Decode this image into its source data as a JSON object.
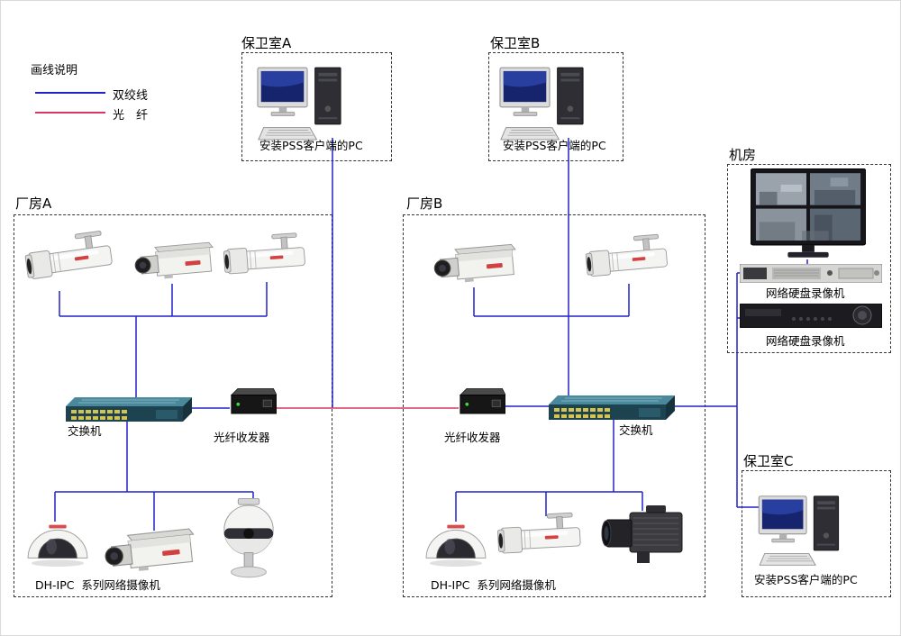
{
  "legend": {
    "title": "画线说明",
    "items": [
      {
        "label": "双绞线",
        "color": "#2222cc"
      },
      {
        "label": "光　纤",
        "color": "#d63864"
      }
    ]
  },
  "zones": {
    "guard_room_a": {
      "title": "保卫室A",
      "pc_label": "安装PSS客户端的PC"
    },
    "guard_room_b": {
      "title": "保卫室B",
      "pc_label": "安装PSS客户端的PC"
    },
    "guard_room_c": {
      "title": "保卫室C",
      "pc_label": "安装PSS客户端的PC"
    },
    "server_room": {
      "title": "机房",
      "nvr1_label": "网络硬盘录像机",
      "nvr2_label": "网络硬盘录像机"
    },
    "factory_a": {
      "title": "厂房A",
      "switch_label": "交换机",
      "transceiver_label": "光纤收发器",
      "cameras_label": "DH-IPC  系列网络摄像机"
    },
    "factory_b": {
      "title": "厂房B",
      "switch_label": "光纤收发器",
      "switch2_label": "交换机",
      "transceiver_label": "光纤收发器",
      "cameras_label": "DH-IPC  系列网络摄像机"
    }
  },
  "colors": {
    "twisted_pair_wire": "#2222cc",
    "fiber_wire": "#d63864"
  }
}
